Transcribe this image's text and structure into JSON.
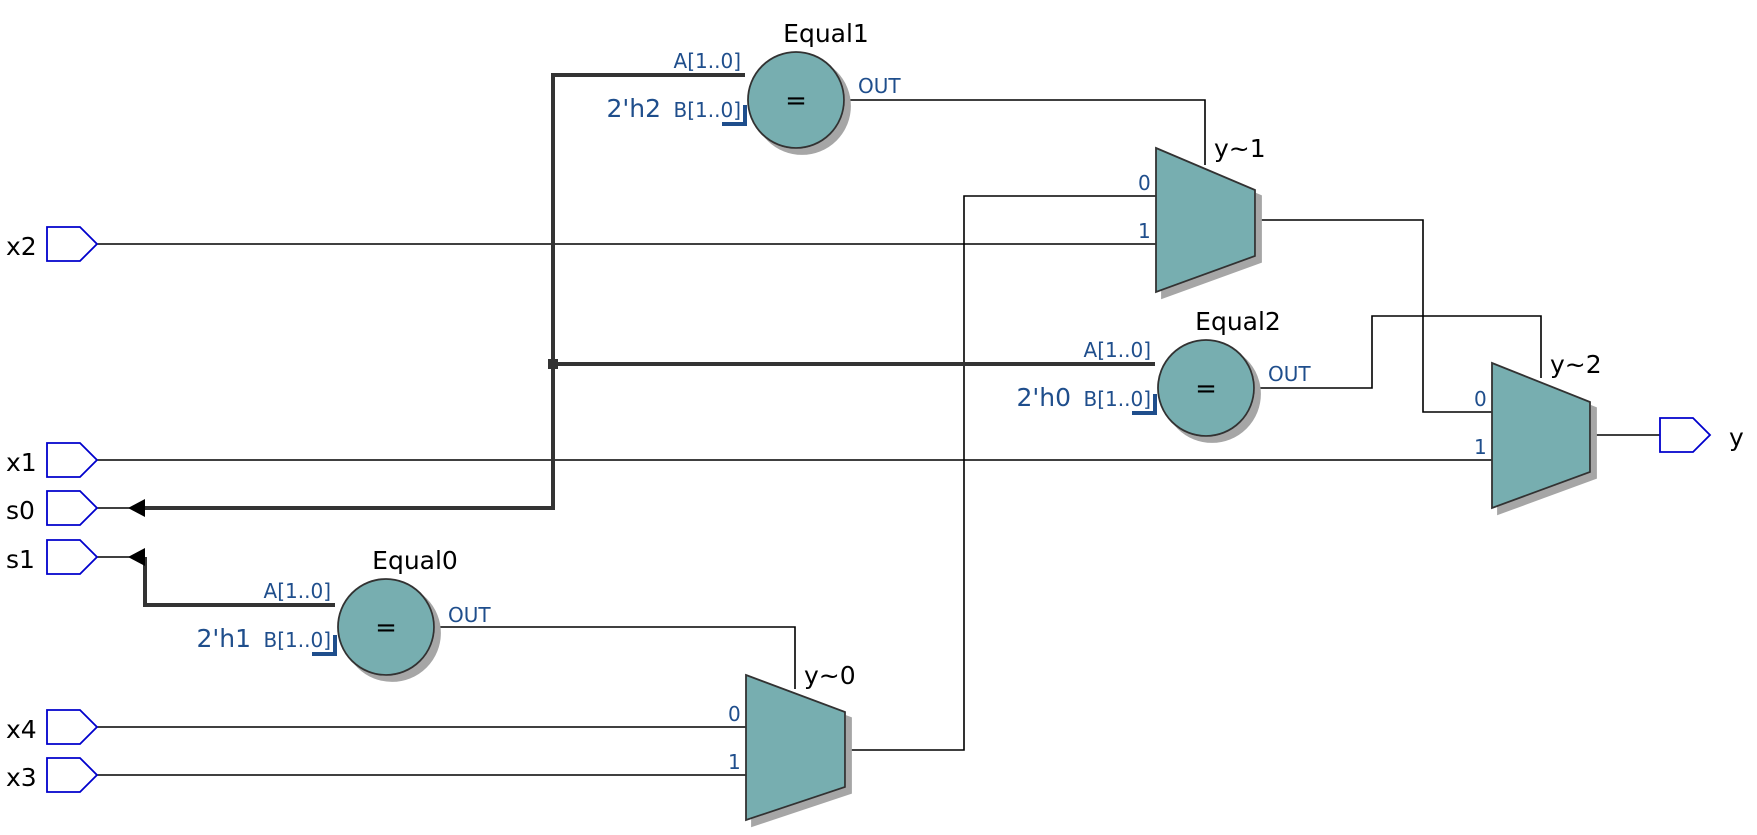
{
  "colors": {
    "block_fill": "#77aeb0",
    "shadow": "#a6a6a6",
    "pin_outline": "#0000cc",
    "port_text": "#1f4e8c",
    "wire": "#000000",
    "bus": "#333333"
  },
  "inputs": [
    {
      "id": "x2",
      "label": "x2"
    },
    {
      "id": "x1",
      "label": "x1"
    },
    {
      "id": "s0",
      "label": "s0"
    },
    {
      "id": "s1",
      "label": "s1"
    },
    {
      "id": "x4",
      "label": "x4"
    },
    {
      "id": "x3",
      "label": "x3"
    }
  ],
  "output": {
    "label": "y"
  },
  "comparators": [
    {
      "id": "equal1",
      "name": "Equal1",
      "symbol": "=",
      "port_a": "A[1..0]",
      "port_b": "B[1..0]",
      "constant": "2'h2",
      "port_out": "OUT"
    },
    {
      "id": "equal2",
      "name": "Equal2",
      "symbol": "=",
      "port_a": "A[1..0]",
      "port_b": "B[1..0]",
      "constant": "2'h0",
      "port_out": "OUT"
    },
    {
      "id": "equal0",
      "name": "Equal0",
      "symbol": "=",
      "port_a": "A[1..0]",
      "port_b": "B[1..0]",
      "constant": "2'h1",
      "port_out": "OUT"
    }
  ],
  "muxes": [
    {
      "id": "mux1",
      "name": "y~1",
      "in0": "0",
      "in1": "1"
    },
    {
      "id": "mux2",
      "name": "y~2",
      "in0": "0",
      "in1": "1"
    },
    {
      "id": "mux0",
      "name": "y~0",
      "in0": "0",
      "in1": "1"
    }
  ]
}
